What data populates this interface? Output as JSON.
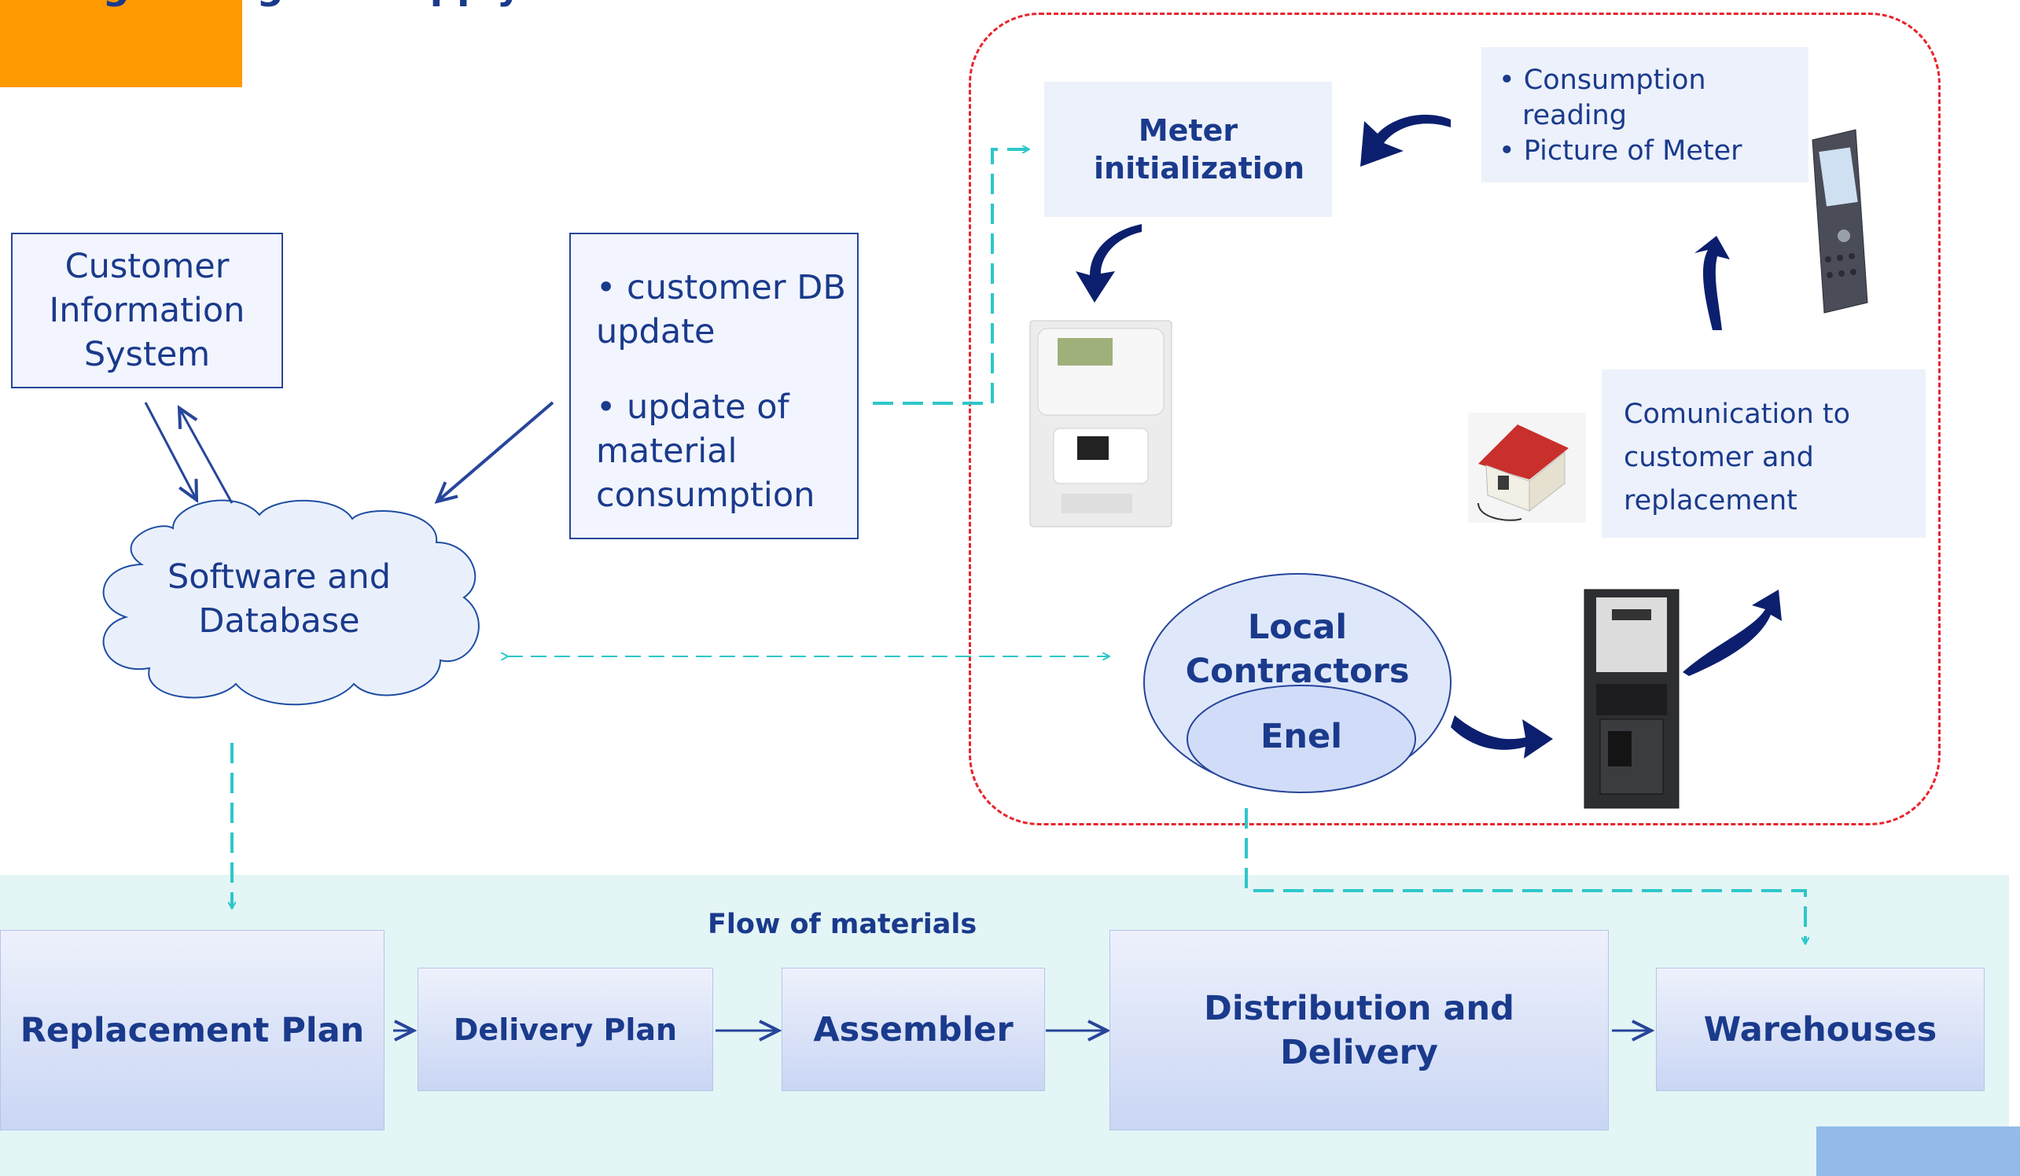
{
  "header": {
    "title": "Organizing the supply chain"
  },
  "left": {
    "cis_box": "Customer Information System",
    "cloud": "Software and Database",
    "updates": [
      "customer DB update",
      "update of material consumption"
    ]
  },
  "loop": {
    "meter_init": "Meter initialization",
    "terminal_bullets": [
      "Consumption reading",
      "Picture of Meter"
    ],
    "communication": "Comunication to customer and replacement",
    "contractors": "Local Contractors",
    "enel": "Enel"
  },
  "flow": {
    "label": "Flow of materials",
    "steps": [
      "Replacement Plan",
      "Delivery Plan",
      "Assembler",
      "Distribution and Delivery",
      "Warehouses"
    ]
  },
  "colors": {
    "accent_orange": "#ff9900",
    "dashed_teal": "#2ec7c9",
    "loop_border_red": "#e8242c",
    "text_blue": "#1a3a8c",
    "arrow_navy": "#0c1f6e"
  },
  "icons": [
    "smart-meter-image",
    "handheld-terminal-image",
    "house-image",
    "electromechanical-meter-image",
    "curved-arrow-icon"
  ]
}
